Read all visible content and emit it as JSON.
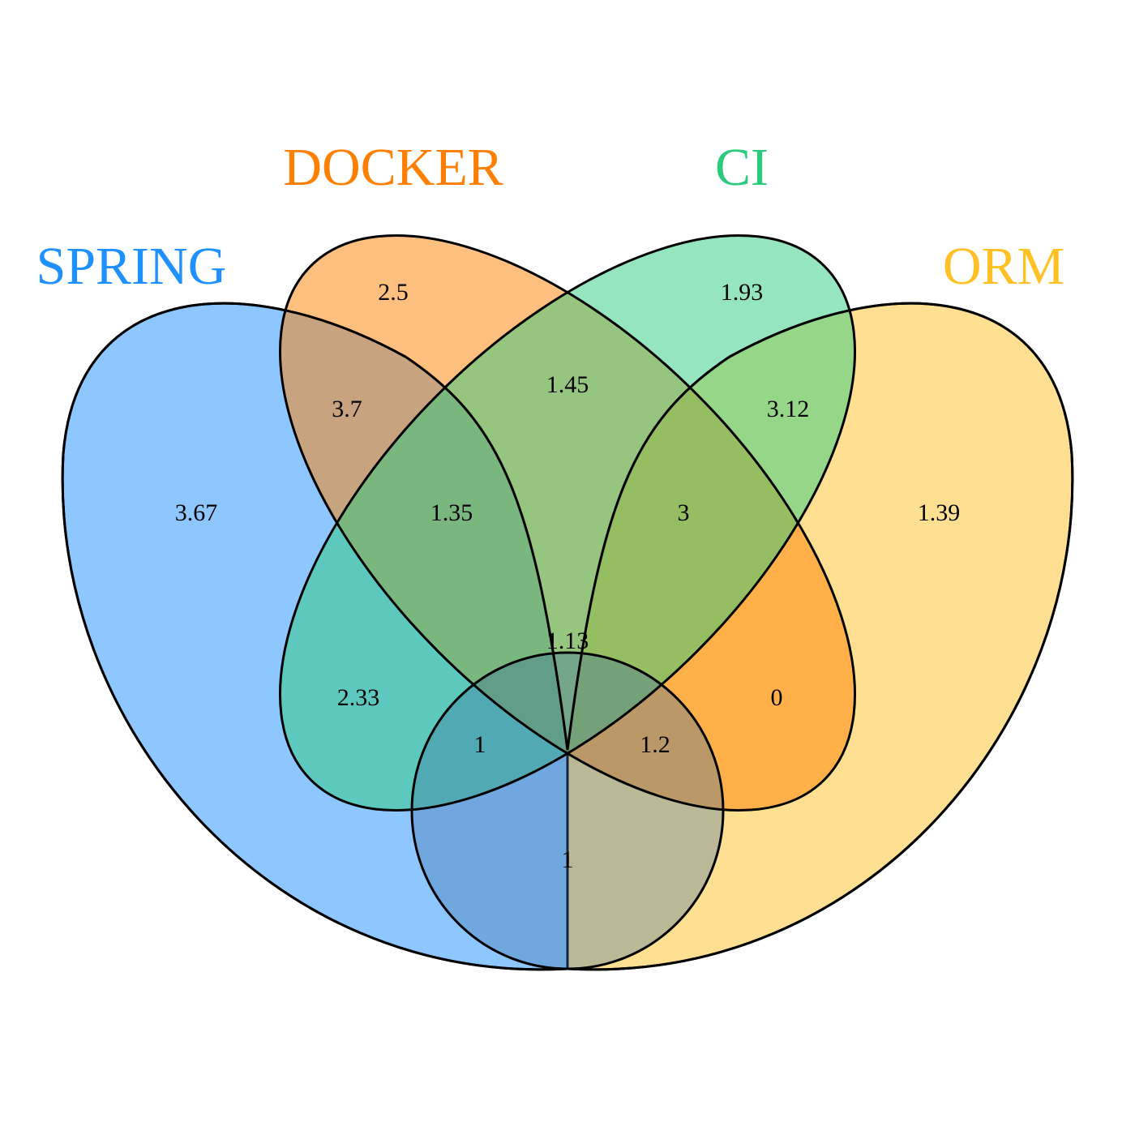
{
  "colors": {
    "spring": "#1E90FF",
    "docker": "#FF7F00",
    "ci": "#2BCB7D",
    "orm": "#FFC125",
    "outline": "#000000"
  },
  "sets": {
    "spring": "SPRING",
    "docker": "DOCKER",
    "ci": "CI",
    "orm": "ORM"
  },
  "regions": {
    "spring_only": "3.67",
    "docker_only": "2.5",
    "ci_only": "1.93",
    "orm_only": "1.39",
    "spring_docker": "3.7",
    "docker_ci": "1.45",
    "ci_orm": "3.12",
    "spring_docker_ci": "1.35",
    "docker_ci_orm": "3",
    "all_four": "1.13",
    "spring_ci": "2.33",
    "docker_orm": "0",
    "spring_ci_orm": "1",
    "spring_docker_orm": "1.2",
    "spring_orm": "1"
  }
}
